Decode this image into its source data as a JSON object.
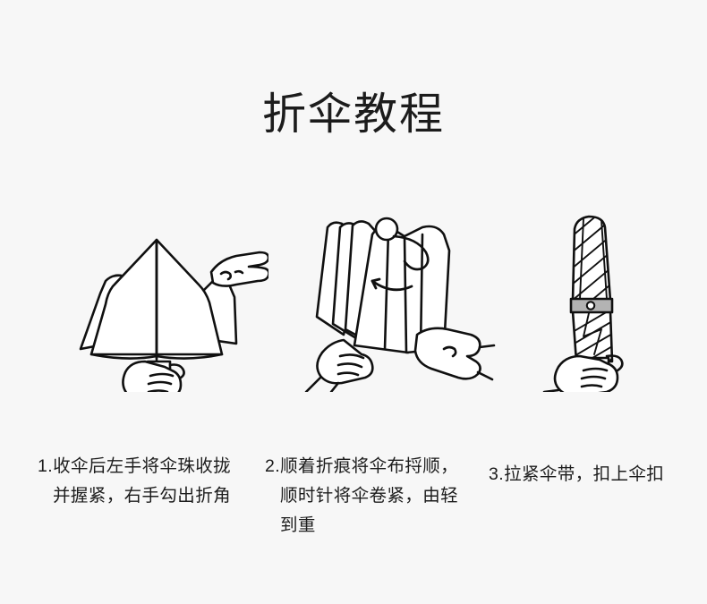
{
  "page": {
    "background_color": "#f7f7f7",
    "ink_color": "#101010",
    "strap_color": "#b3b3b3"
  },
  "title": "折伞教程",
  "steps": [
    {
      "index": "1",
      "illustration_name": "umbrella-canopy-gathered-illustration",
      "caption": "1.收伞后左手将伞珠收拢并握紧，右手勾出折角"
    },
    {
      "index": "2",
      "illustration_name": "umbrella-rolling-illustration",
      "caption": "2.顺着折痕将伞布捋顺，顺时针将伞卷紧，由轻到重"
    },
    {
      "index": "3",
      "illustration_name": "umbrella-strapped-illustration",
      "caption": "3.拉紧伞带，扣上伞扣"
    }
  ]
}
